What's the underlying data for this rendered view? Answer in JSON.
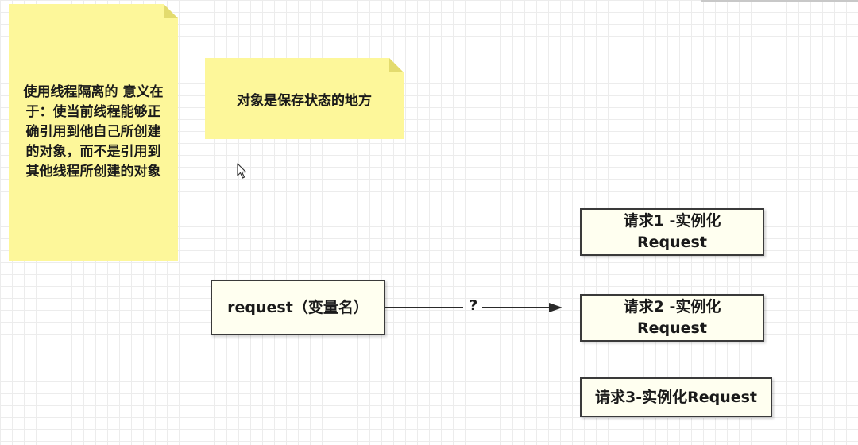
{
  "notes": {
    "isolation": "使用线程隔离的 意义在于：使当前线程能够正确引用到他自己所创建的对象，而不是引用到其他线程所创建的对象",
    "object_state": "对象是保存状态的地方"
  },
  "variable": {
    "label": "request（变量名）"
  },
  "arrow": {
    "label": "?"
  },
  "requests": {
    "req1_line1": "请求1 -实例化",
    "req1_line2": "Request",
    "req2_line1": "请求2 -实例化",
    "req2_line2": "Request",
    "req3": "请求3-实例化Request"
  },
  "colors": {
    "note_fill": "#fdf79a",
    "box_fill": "#fffff0",
    "box_border": "#3a3a3a",
    "grid": "#ececec"
  },
  "icons": {
    "cursor": "mouse-pointer-icon"
  }
}
